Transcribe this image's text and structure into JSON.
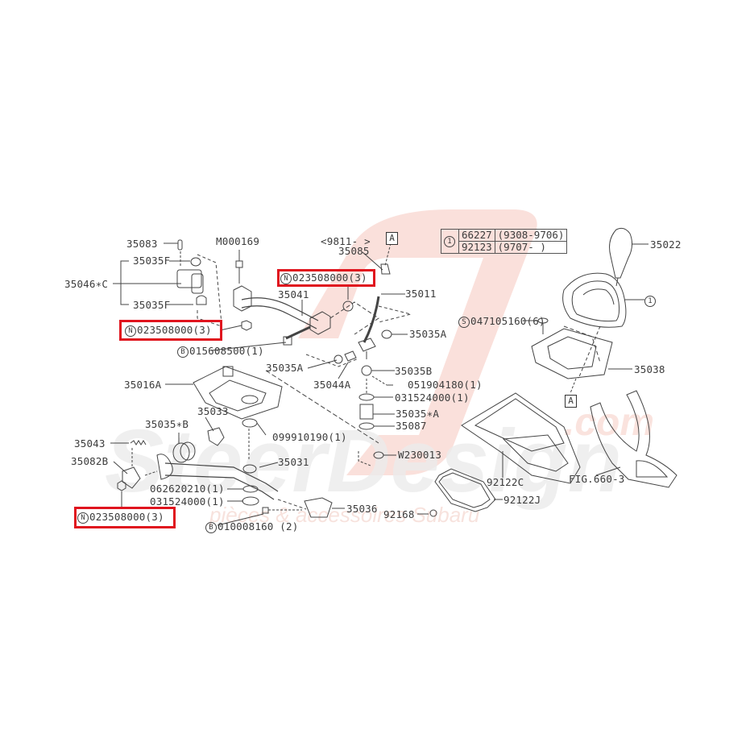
{
  "diagram": {
    "figure_ref": "FIG.660-3",
    "watermark": {
      "text": "SteerDesign",
      "suffix": ".com",
      "tagline": "pièces & accessoires Subaru",
      "colors": {
        "logo": "#f4c7c0",
        "text": "#e9e9e9"
      }
    },
    "highlight_color": "#e0141e",
    "reference_table": {
      "marker": "1",
      "rows": [
        {
          "part": "66227",
          "range": "(9308-9706)"
        },
        {
          "part": "92123",
          "range": "(9707-     )"
        }
      ]
    },
    "labels": {
      "p35083": "35083",
      "p35035F_top": "35035F",
      "p35046C": "35046∗C",
      "p35035F_bot": "35035F",
      "nut_left_top": "023508000(3)",
      "b015608500": "015608500(1)",
      "m000169": "M000169",
      "p35041": "35041",
      "nut_center": "023508000(3)",
      "range_9811": "<9811-      >",
      "p35085": "35085",
      "p35011": "35011",
      "p35035A_right": "35035A",
      "p35035A_left": "35035A",
      "p35044A": "35044A",
      "p35035B": "35035B",
      "p051904180": "051904180(1)",
      "p031524000_top": "031524000(1)",
      "p35035A_star": "35035∗A",
      "p35087": "35087",
      "s047105160": "047105160(6)",
      "p35022": "35022",
      "p35038": "35038",
      "p35016A": "35016A",
      "p35033": "35033",
      "p35035B_star": "35035∗B",
      "p099910190": "099910190(1)",
      "p35043": "35043",
      "p35082B": "35082B",
      "p35031": "35031",
      "p062620210": "062620210(1)",
      "p031524000_bot": "031524000(1)",
      "nut_left_bottom": "023508000(3)",
      "p35036": "35036",
      "b010008160": "010008160 (2)",
      "w230013": "W230013",
      "p92168": "92168",
      "p92122C": "92122C",
      "p92122J": "92122J",
      "fig": "FIG.660-3"
    },
    "markers": {
      "N": "N",
      "B": "B",
      "S": "S",
      "A": "A",
      "one": "1"
    }
  }
}
